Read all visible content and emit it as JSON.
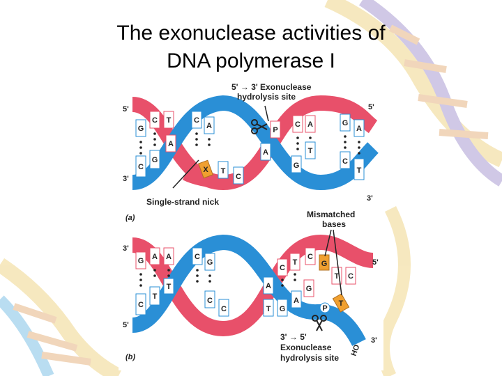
{
  "slide": {
    "title_line1": "The exonuclease activities of",
    "title_line2": "DNA polymerase I"
  },
  "panel_a": {
    "tag": "(a)",
    "site_label_line1": "5' → 3' Exonuclease",
    "site_label_line2": "hydrolysis site",
    "left_top_end": "5'",
    "right_top_end": "5'",
    "left_bottom_end": "3'",
    "right_bottom_end": "3'",
    "nick_label": "Single-strand nick",
    "top_strand_bases": [
      "G",
      "C",
      "T",
      "A",
      "C",
      "A",
      "P",
      "C",
      "A",
      "G",
      "A"
    ],
    "bottom_strand_bases": [
      "C",
      "G",
      "A",
      "X",
      "T",
      "C",
      "A",
      "G",
      "T",
      "C",
      "T"
    ]
  },
  "panel_b": {
    "tag": "(b)",
    "site_label_line1": "3' → 5'",
    "site_label_line2": "Exonuclease",
    "site_label_line3": "hydrolysis site",
    "left_top_end": "3'",
    "right_top_end": "5'",
    "left_bottom_end": "5'",
    "right_bottom_end": "3'",
    "hydroxyl_label": "HO",
    "mismatch_label_line1": "Mismatched",
    "mismatch_label_line2": "bases",
    "top_strand_bases": [
      "G",
      "A",
      "A",
      "C",
      "G",
      "C",
      "T",
      "G",
      "C",
      "T",
      "C"
    ],
    "bottom_strand_bases": [
      "C",
      "T",
      "T",
      "C",
      "C",
      "A",
      "T",
      "G",
      "A",
      "G",
      "T",
      "P"
    ]
  },
  "colors": {
    "strand_blue": "#2a8fd6",
    "strand_pink": "#e8506a",
    "mismatch_orange": "#f0a030",
    "base_fill": "#ffffff"
  }
}
